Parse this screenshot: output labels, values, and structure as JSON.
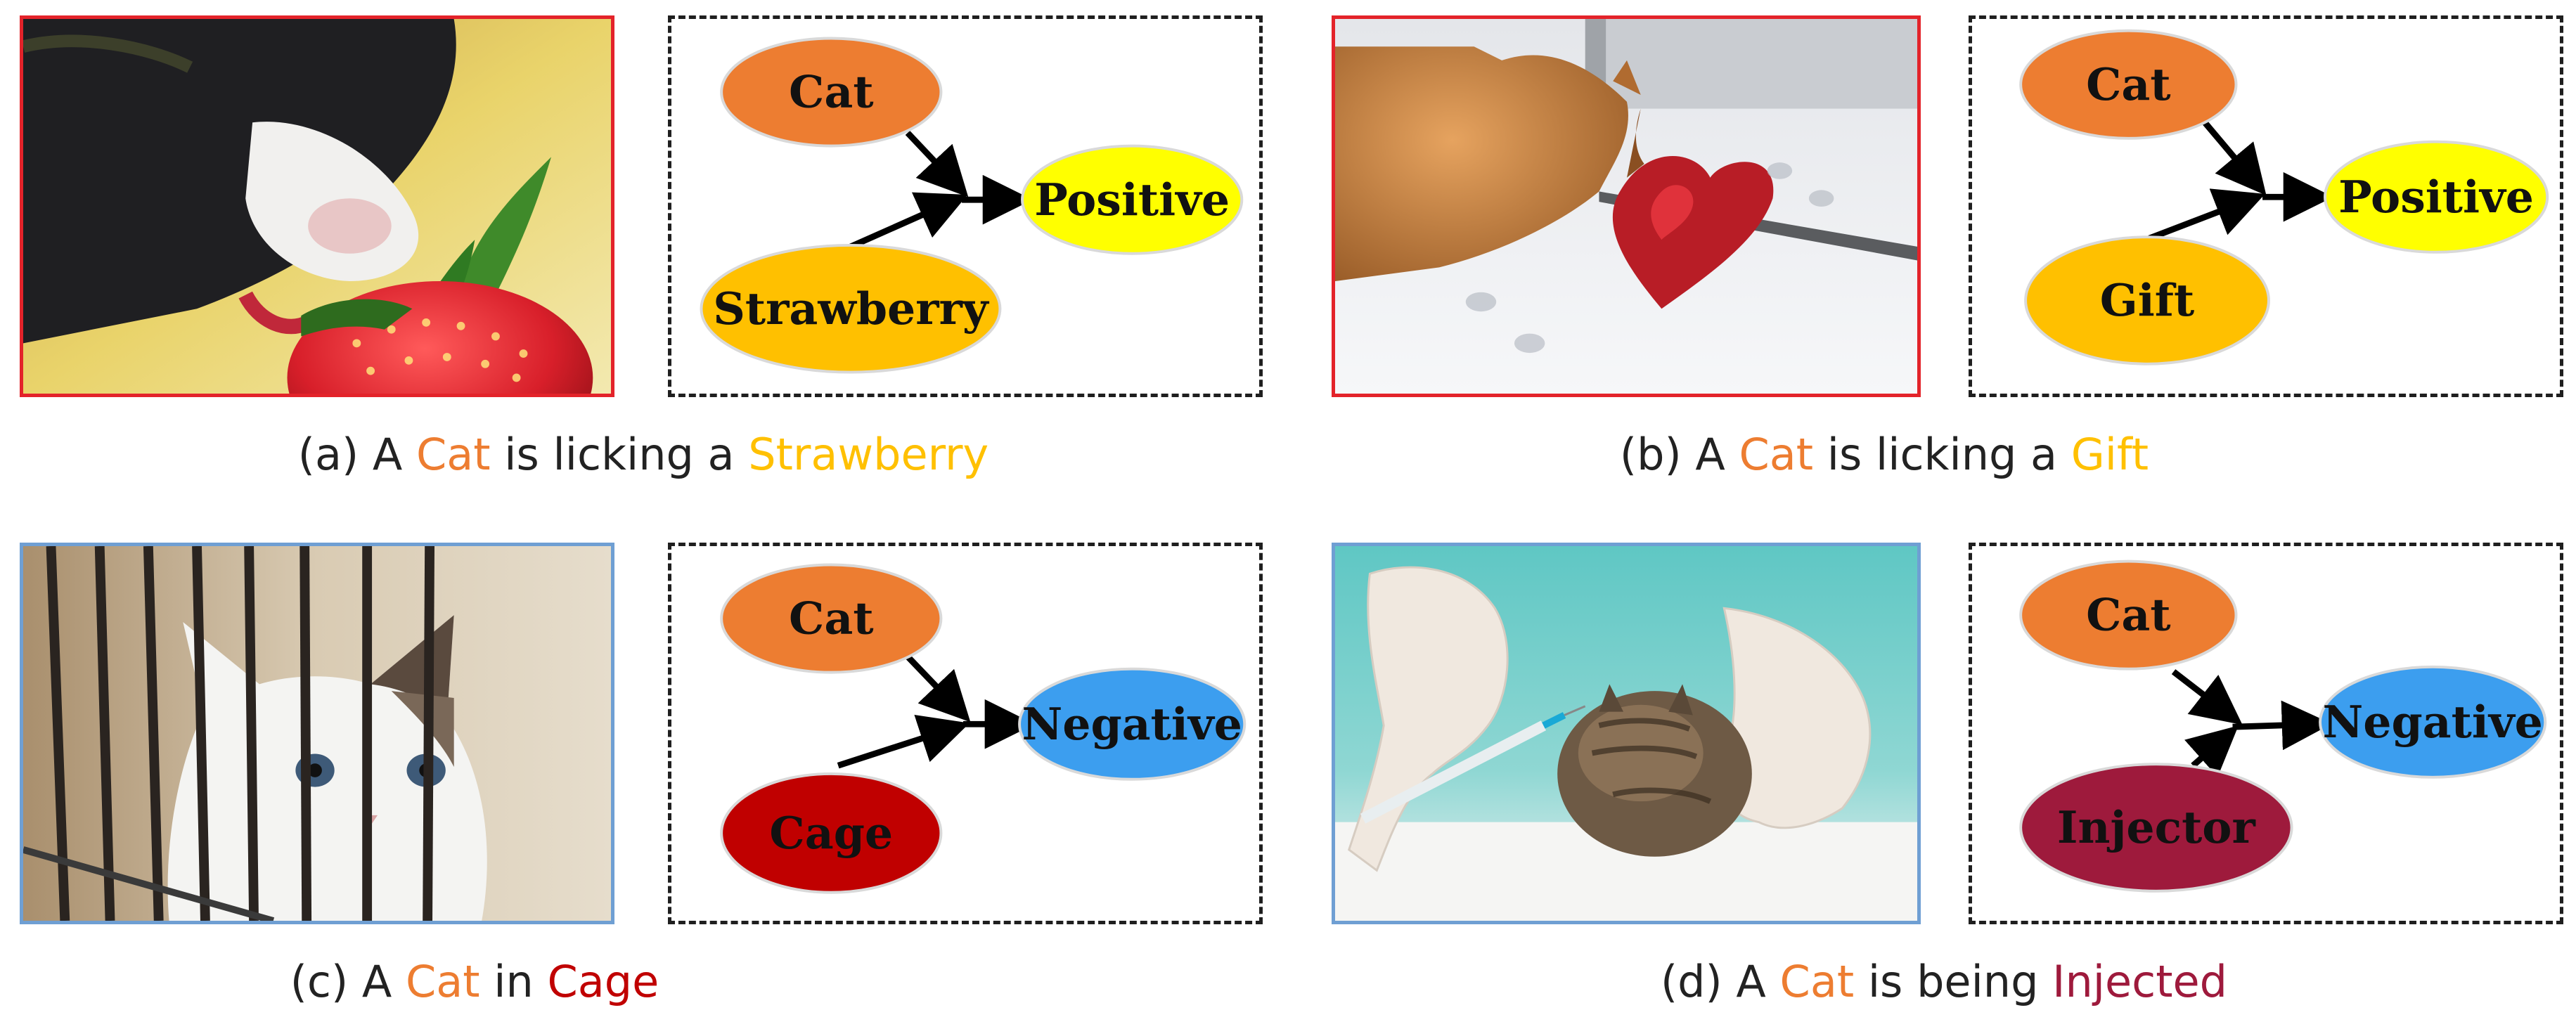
{
  "colors": {
    "cat": "#ed7d31",
    "strawberry": "#ffc000",
    "gift": "#ffc000",
    "cage": "#c00000",
    "injector": "#9e1a3c",
    "positive": "#ffff00",
    "negative": "#3c9eef",
    "arrow": "#000000",
    "border_positive": "#e3232a",
    "border_negative": "#6f9fd3"
  },
  "panels": [
    {
      "id": "a",
      "image": "cat licking strawberry photo",
      "graph": {
        "subject": "Cat",
        "object": "Strawberry",
        "sentiment": "Positive",
        "object_color": "#ffc000",
        "sentiment_color": "#ffff00"
      },
      "caption": {
        "prefix": "(a) A ",
        "subject": "Cat",
        "middle": " is licking a ",
        "object": "Strawberry"
      }
    },
    {
      "id": "b",
      "image": "cat sniffing heart gift photo",
      "graph": {
        "subject": "Cat",
        "object": "Gift",
        "sentiment": "Positive",
        "object_color": "#ffc000",
        "sentiment_color": "#ffff00"
      },
      "caption": {
        "prefix": "(b) A ",
        "subject": "Cat",
        "middle": " is licking a ",
        "object": "Gift"
      }
    },
    {
      "id": "c",
      "image": "kitten in cage photo",
      "graph": {
        "subject": "Cat",
        "object": "Cage",
        "sentiment": "Negative",
        "object_color": "#c00000",
        "sentiment_color": "#3c9eef"
      },
      "caption": {
        "prefix": "(c) A ",
        "subject": "Cat",
        "middle": " in ",
        "object": "Cage"
      }
    },
    {
      "id": "d",
      "image": "kitten receiving injection photo",
      "graph": {
        "subject": "Cat",
        "object": "Injector",
        "sentiment": "Negative",
        "object_color": "#9e1a3c",
        "sentiment_color": "#3c9eef"
      },
      "caption": {
        "prefix": "(d) A ",
        "subject": "Cat",
        "middle": " is being ",
        "object": "Injected"
      }
    }
  ]
}
